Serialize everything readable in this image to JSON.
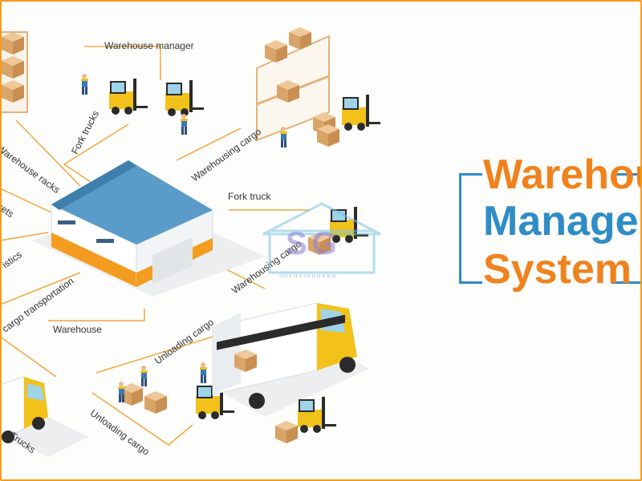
{
  "title": {
    "line1": "Warehouse",
    "line2": "Management",
    "line3": "System"
  },
  "labels": {
    "warehouse_manager": "Warehouse manager",
    "fork_trucks": "Fork trucks",
    "warehousing_cargo_top": "Warehousing cargo",
    "warehouse_racks": "Warehouse racks",
    "fork_truck": "Fork truck",
    "warehousing_cargo_mid": "Warehousing cargo",
    "assets": "sets",
    "logistics": "istics",
    "cargo_transportation": "cargo transportation",
    "warehouse": "Warehouse",
    "unloading_cargo_top": "Unloading cargo",
    "unloading_cargo_bottom": "Unloading cargo",
    "trucks": "Trucks"
  },
  "watermark": {
    "letters": "SG",
    "text": "SOLUSIGUDANG"
  },
  "colors": {
    "frame": "#f39c1f",
    "title_orange": "#f0821e",
    "title_blue": "#2f8cc6",
    "connector": "#f1a640",
    "roof": "#5a9bc9",
    "stripe": "#f39c1f",
    "forklift": "#f2c21a",
    "box": "#e3b27a"
  }
}
